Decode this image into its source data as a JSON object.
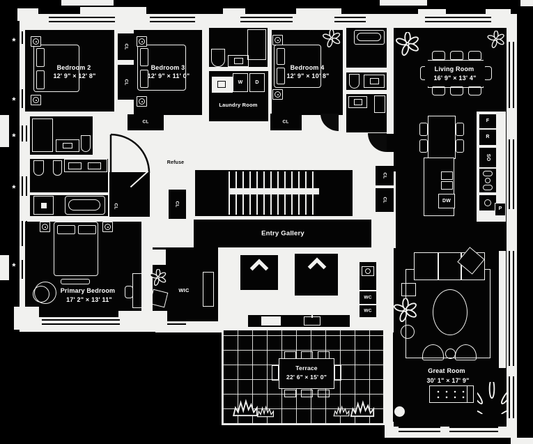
{
  "colors": {
    "background": "#000000",
    "walls": "#f1f1ef",
    "rooms": "#040404",
    "text": "#ffffff"
  },
  "rooms": {
    "bedroom2": {
      "name": "Bedroom 2",
      "dims": "12' 9\" × 12' 8\""
    },
    "bedroom3": {
      "name": "Bedroom 3",
      "dims": "12' 9\" × 11' 0\""
    },
    "bedroom4": {
      "name": "Bedroom 4",
      "dims": "12' 9\" × 10' 8\""
    },
    "living_room": {
      "name": "Living Room",
      "dims": "16' 9\" × 13' 4\""
    },
    "laundry_room": {
      "name": "Laundry Room"
    },
    "entry_gallery": {
      "name": "Entry Gallery"
    },
    "refuse": {
      "name": "Refuse"
    },
    "primary_bedroom": {
      "name": "Primary Bedroom",
      "dims": "17' 2\" × 13' 11\""
    },
    "wic": {
      "name": "WIC"
    },
    "terrace": {
      "name": "Terrace",
      "dims": "22' 6\" × 15' 0\""
    },
    "great_room": {
      "name": "Great Room",
      "dims": "30' 1\" × 17' 9\""
    }
  },
  "fixtures": {
    "closet": "CL",
    "washer": "W",
    "dryer": "D",
    "dishwasher": "DW",
    "freezer": "F",
    "refrigerator": "R",
    "speed_oven": "SO",
    "pantry": "P",
    "water_closet": "WC",
    "window_marker": "*"
  }
}
